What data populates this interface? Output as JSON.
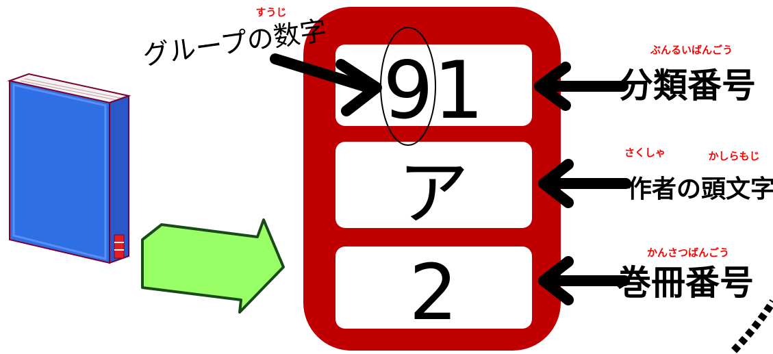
{
  "spine_label": {
    "row1": "91",
    "row2": "ア",
    "row3": "2"
  },
  "annotations": {
    "group_digit": {
      "text": "グループの数字",
      "ruby": "すうじ"
    },
    "classification": {
      "text": "分類番号",
      "ruby": "ぶんるいばんごう"
    },
    "author_initial": {
      "text": "作者の頭文字",
      "ruby_1": "さくしゃ",
      "ruby_2": "かしらもじ"
    },
    "volume_number": {
      "text": "巻冊番号",
      "ruby": "かんさつばんごう"
    }
  },
  "colors": {
    "label_frame": "#c00000",
    "book_cover": "#2f6fe6",
    "big_arrow": "#99ff66",
    "ruby": "#ff0000",
    "text": "#000000"
  }
}
